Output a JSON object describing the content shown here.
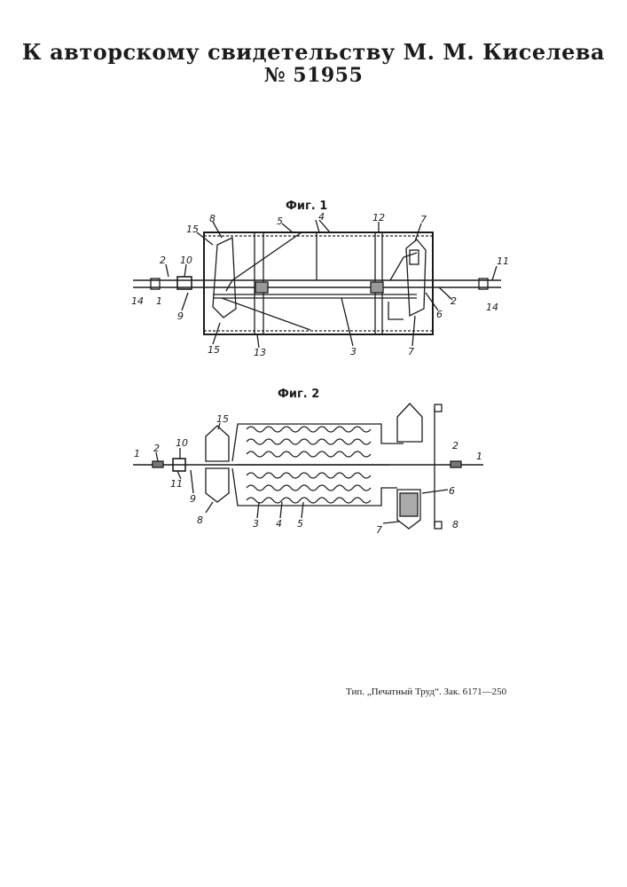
{
  "header": {
    "line1": "К авторскому свидетельству М. М. Киселева",
    "line2": "№ 51955"
  },
  "figures": {
    "fig1_label": "Фиг. 1",
    "fig2_label": "Фиг. 2"
  },
  "fig1_refs": [
    "2",
    "10",
    "15",
    "8",
    "5",
    "4",
    "12",
    "7",
    "11",
    "14",
    "1",
    "9",
    "15",
    "13",
    "3",
    "7",
    "6",
    "2",
    "14"
  ],
  "fig2_refs": [
    "15",
    "10",
    "2",
    "1",
    "11",
    "9",
    "8",
    "3",
    "4",
    "5",
    "7",
    "6",
    "2",
    "1",
    "8"
  ],
  "footer": {
    "imprint": "Тип. „Печатный Труд“. Зак. 6171—250"
  }
}
